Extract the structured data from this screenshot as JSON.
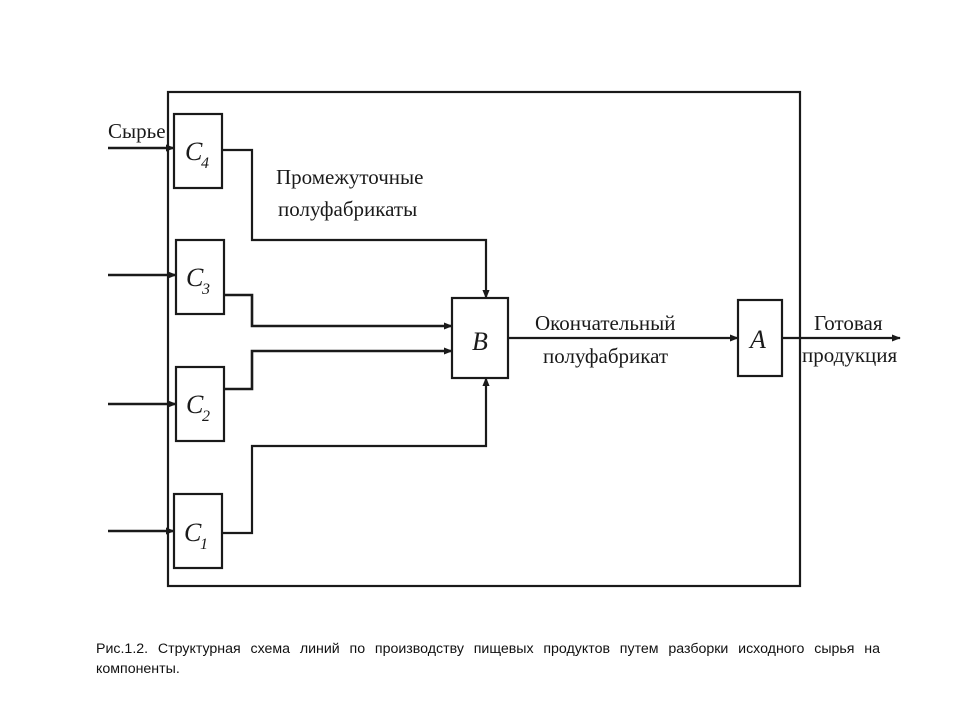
{
  "diagram": {
    "input_label": "Сырье",
    "intermediate_label_line1": "Промежуточные",
    "intermediate_label_line2": "полуфабрикаты",
    "final_semi_label_line1": "Окончательный",
    "final_semi_label_line2": "полуфабрикат",
    "output_label_line1": "Готовая",
    "output_label_line2": "продукция",
    "nodes": {
      "c4": {
        "letter": "C",
        "index": "4"
      },
      "c3": {
        "letter": "C",
        "index": "3"
      },
      "c2": {
        "letter": "C",
        "index": "2"
      },
      "c1": {
        "letter": "C",
        "index": "1"
      },
      "b": {
        "letter": "B"
      },
      "a": {
        "letter": "A"
      }
    },
    "colors": {
      "line": "#1a1a1a",
      "background": "#ffffff"
    }
  },
  "caption": "Рис.1.2. Структурная схема линий по производству пищевых продуктов путем разборки исходного сырья на компоненты."
}
